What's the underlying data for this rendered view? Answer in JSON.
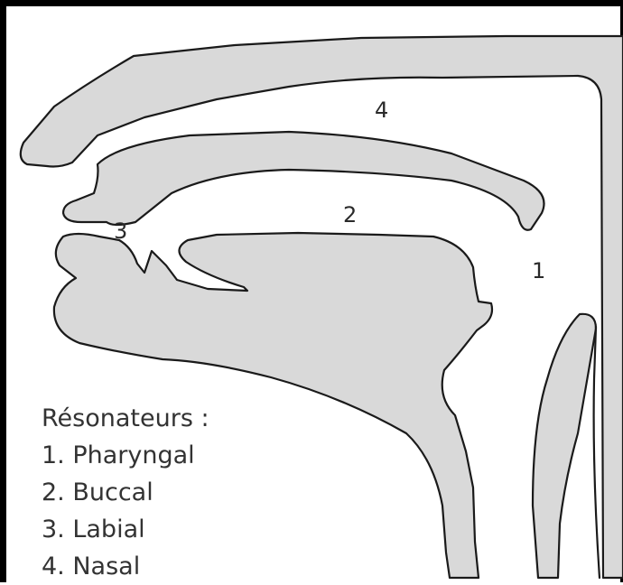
{
  "labels": {
    "pharyngeal": "1",
    "buccal": "2",
    "labial": "3",
    "nasal": "4"
  },
  "legend": {
    "title": "Résonateurs :",
    "items": [
      "1. Pharyngal",
      "2. Buccal",
      "3. Labial",
      "4. Nasal"
    ]
  },
  "colors": {
    "fill": "#d9d9d9",
    "stroke": "#1a1a1a",
    "frame": "#000000"
  }
}
